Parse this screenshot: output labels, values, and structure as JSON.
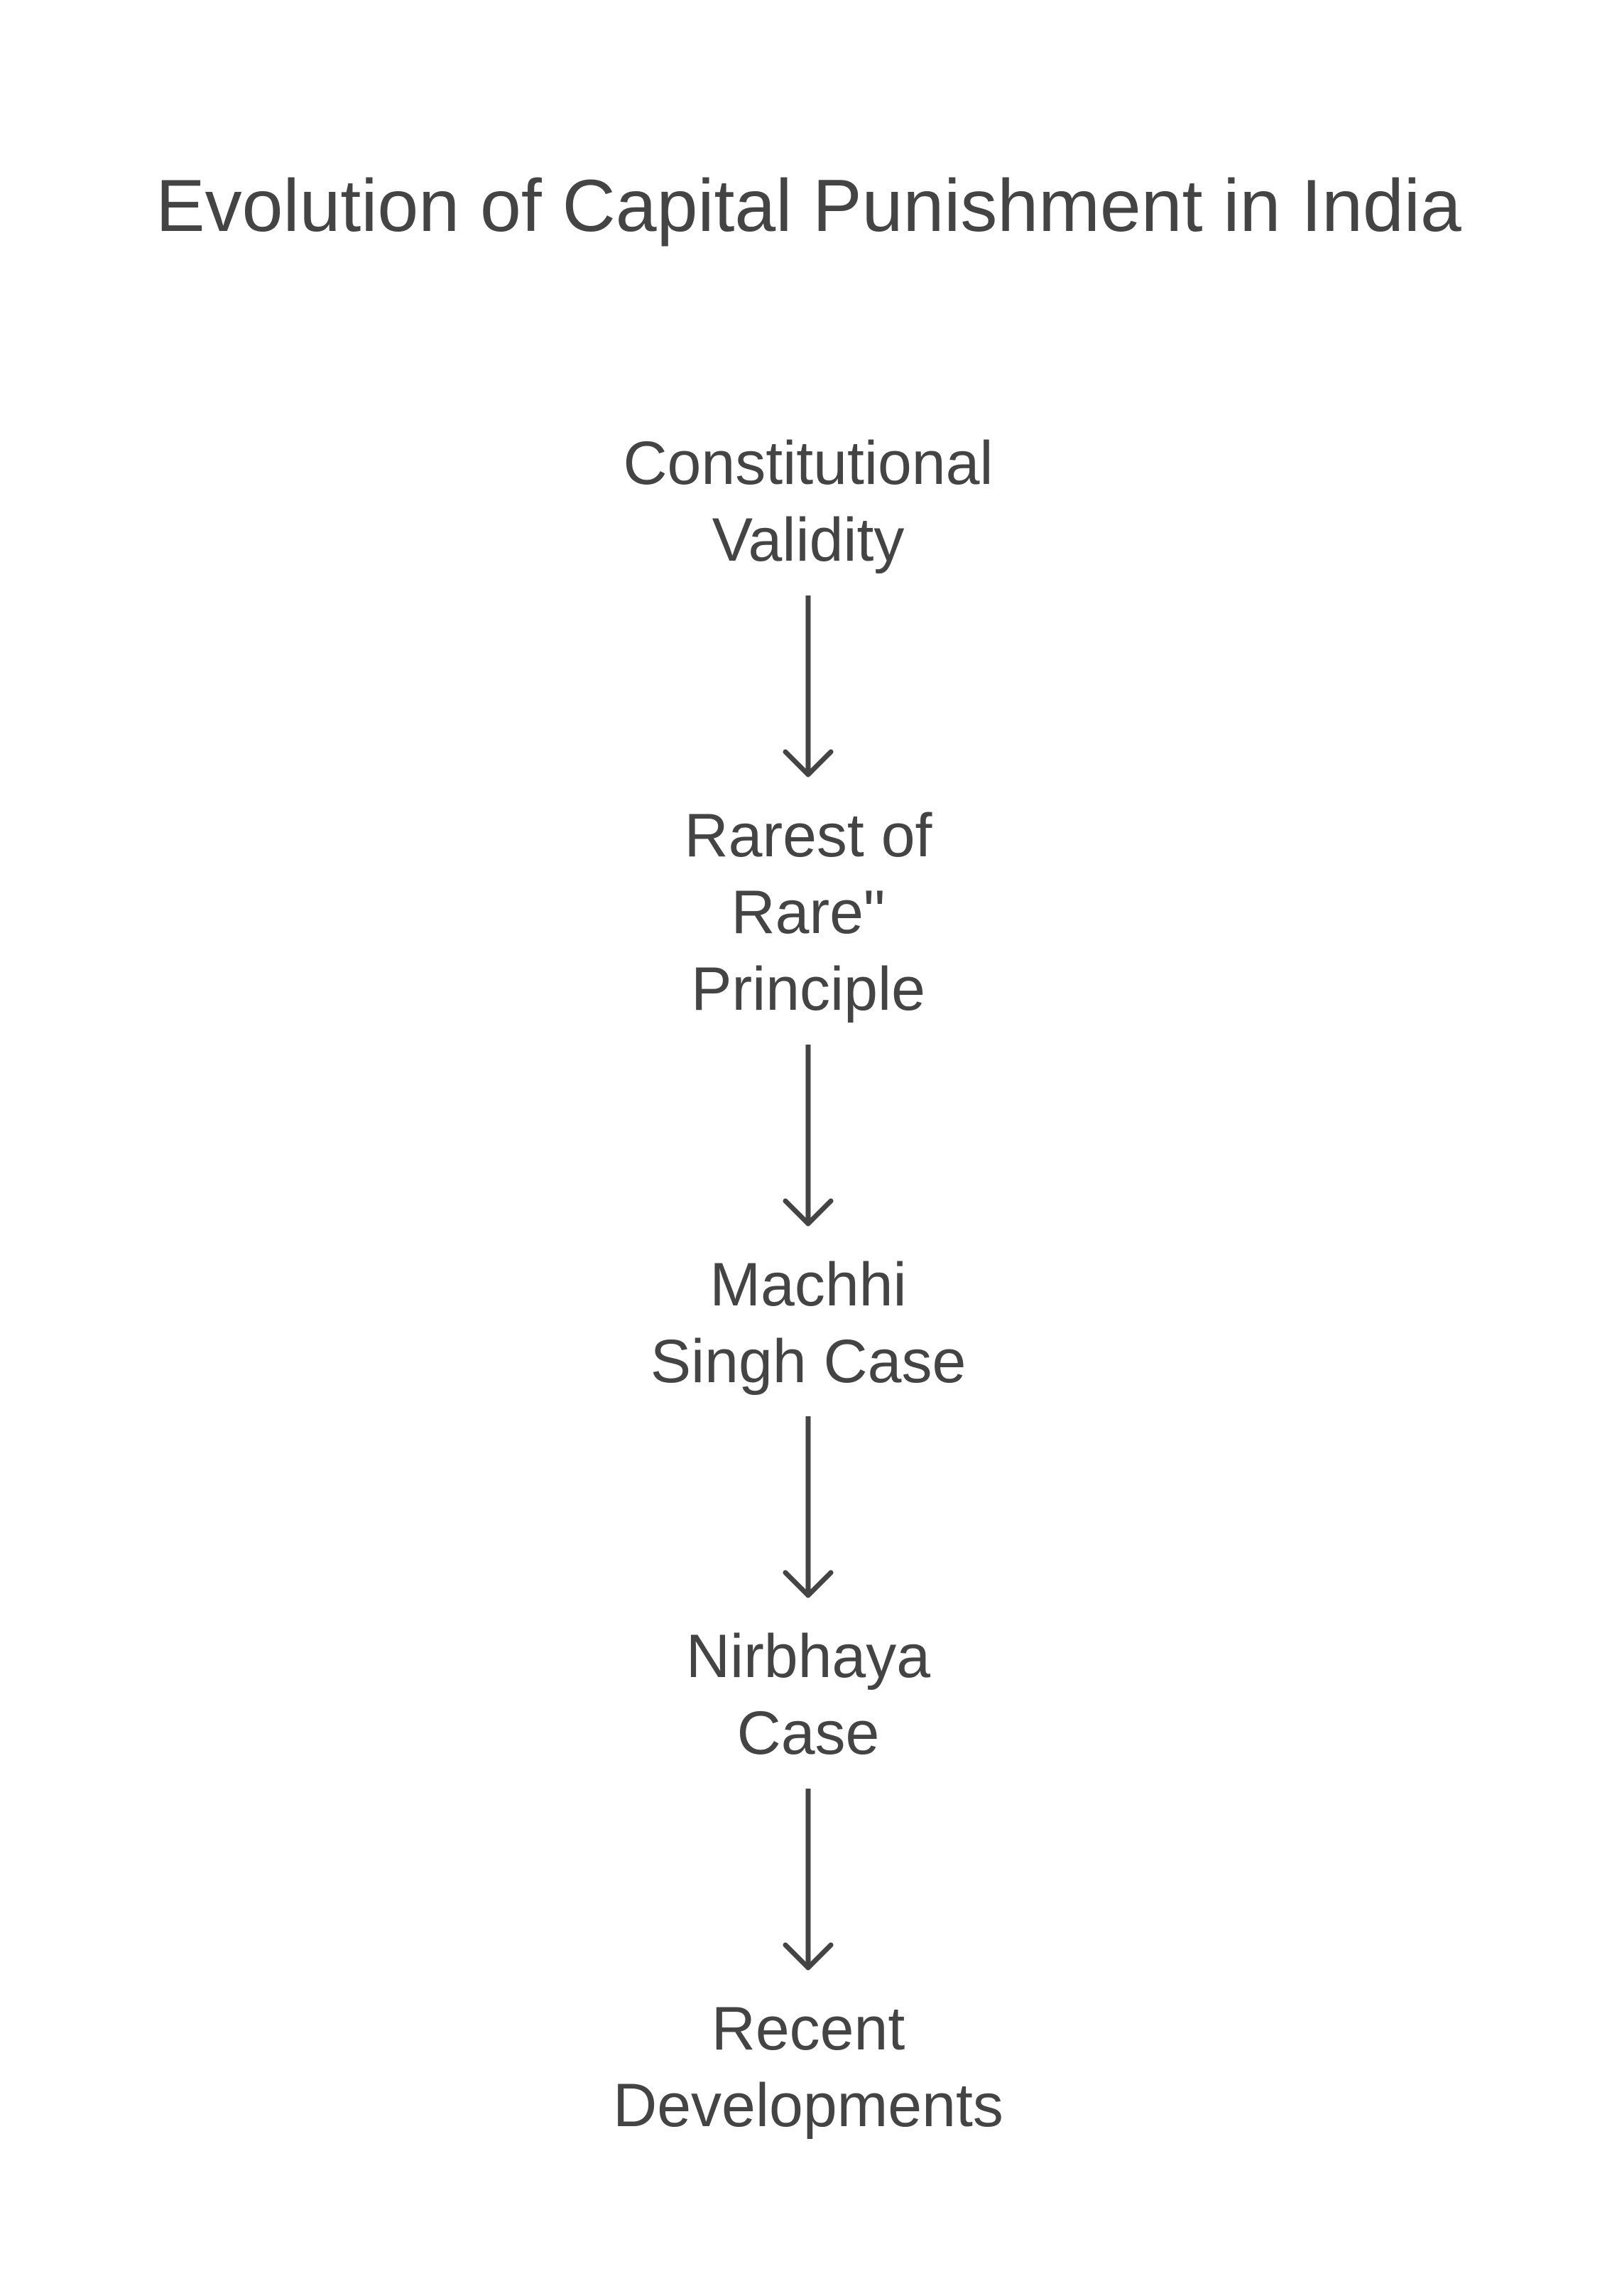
{
  "title": "Evolution of Capital Punishment in India",
  "steps": [
    {
      "lines": [
        "Constitutional",
        "Validity"
      ]
    },
    {
      "lines": [
        "Rarest of",
        "Rare\"",
        "Principle"
      ]
    },
    {
      "lines": [
        "Machhi",
        "Singh Case"
      ]
    },
    {
      "lines": [
        "Nirbhaya",
        "Case"
      ]
    },
    {
      "lines": [
        "Recent",
        "Developments"
      ]
    }
  ],
  "connector_icon": "arrow-down-icon",
  "colors": {
    "text": "#444444",
    "arrow": "#444444",
    "background": "#ffffff"
  }
}
